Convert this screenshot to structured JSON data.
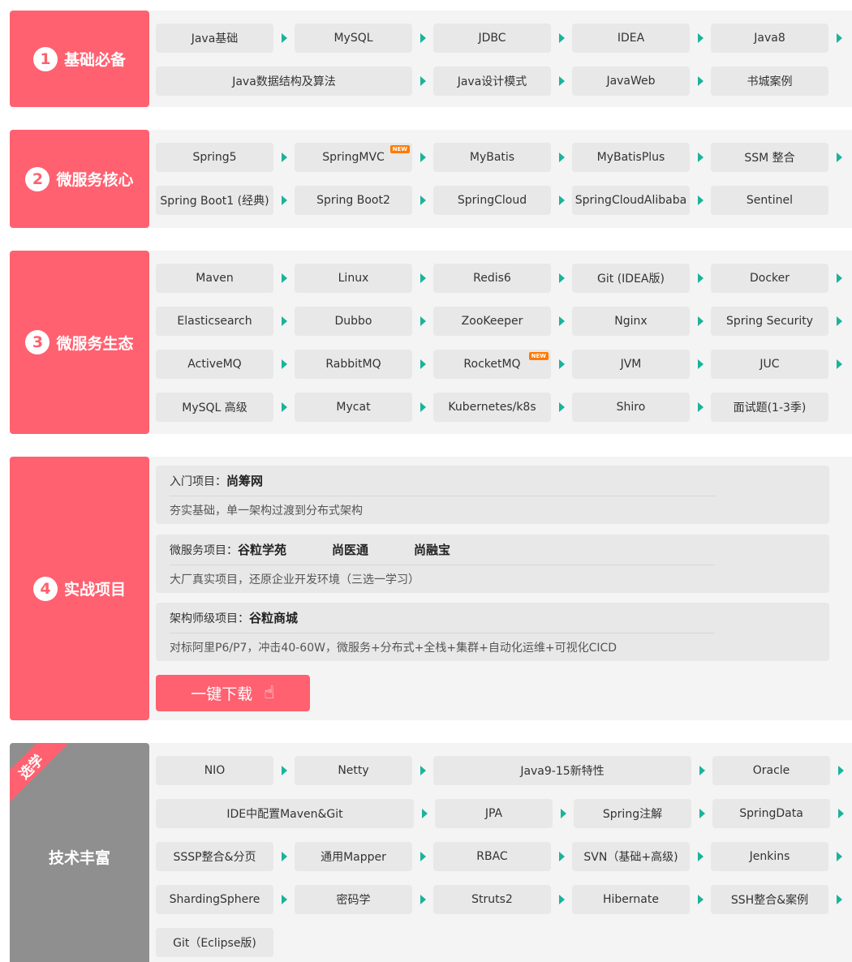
{
  "sections": [
    {
      "num": "1",
      "title": "基础必备",
      "rows": [
        [
          "Java基础",
          "MySQL",
          "JDBC",
          "IDEA",
          "Java8"
        ],
        [
          "Java数据结构及算法",
          "Java设计模式",
          "JavaWeb",
          "书城案例"
        ]
      ]
    },
    {
      "num": "2",
      "title": "微服务核心",
      "rows": [
        [
          "Spring5",
          "SpringMVC",
          "MyBatis",
          "MyBatisPlus",
          "SSM 整合"
        ],
        [
          "Spring Boot1 (经典)",
          "Spring Boot2",
          "SpringCloud",
          "SpringCloudAlibaba",
          "Sentinel"
        ]
      ]
    },
    {
      "num": "3",
      "title": "微服务生态",
      "rows": [
        [
          "Maven",
          "Linux",
          "Redis6",
          "Git (IDEA版)",
          "Docker"
        ],
        [
          "Elasticsearch",
          "Dubbo",
          "ZooKeeper",
          "Nginx",
          "Spring Security"
        ],
        [
          "ActiveMQ",
          "RabbitMQ",
          "RocketMQ",
          "JVM",
          "JUC"
        ],
        [
          "MySQL 高级",
          "Mycat",
          "Kubernetes/k8s",
          "Shiro",
          "面试题(1-3季)"
        ]
      ]
    },
    {
      "num": "4",
      "title": "实战项目",
      "projects": [
        {
          "label": "入门项目：",
          "names": [
            "尚筹网"
          ],
          "desc": "夯实基础，单一架构过渡到分布式架构"
        },
        {
          "label": "微服务项目：",
          "names": [
            "谷粒学苑",
            "尚医通",
            "尚融宝"
          ],
          "desc": "大厂真实项目，还原企业开发环境（三选一学习）"
        },
        {
          "label": "架构师级项目：",
          "names": [
            "谷粒商城"
          ],
          "desc": "对标阿里P6/P7，冲击40-60W，微服务+分布式+全栈+集群+自动化运维+可视化CICD"
        }
      ],
      "download": "一键下载"
    },
    {
      "ribbon": "选学",
      "title": "技术丰富",
      "rows": [
        [
          "NIO",
          "Netty",
          "Java9-15新特性",
          "Oracle"
        ],
        [
          "IDE中配置Maven&Git",
          "JPA",
          "Spring注解",
          "SpringData"
        ],
        [
          "SSSP整合&分页",
          "通用Mapper",
          "RBAC",
          "SVN（基础+高级)",
          "Jenkins"
        ],
        [
          "ShardingSphere",
          "密码学",
          "Struts2",
          "Hibernate",
          "SSH整合&案例"
        ],
        [
          "Git（Eclipse版)"
        ]
      ]
    }
  ],
  "badges": {
    "new": "NEW"
  },
  "colors": {
    "accent": "#ff6170",
    "arrow": "#1bb39a",
    "gray": "#8f8f8f"
  }
}
